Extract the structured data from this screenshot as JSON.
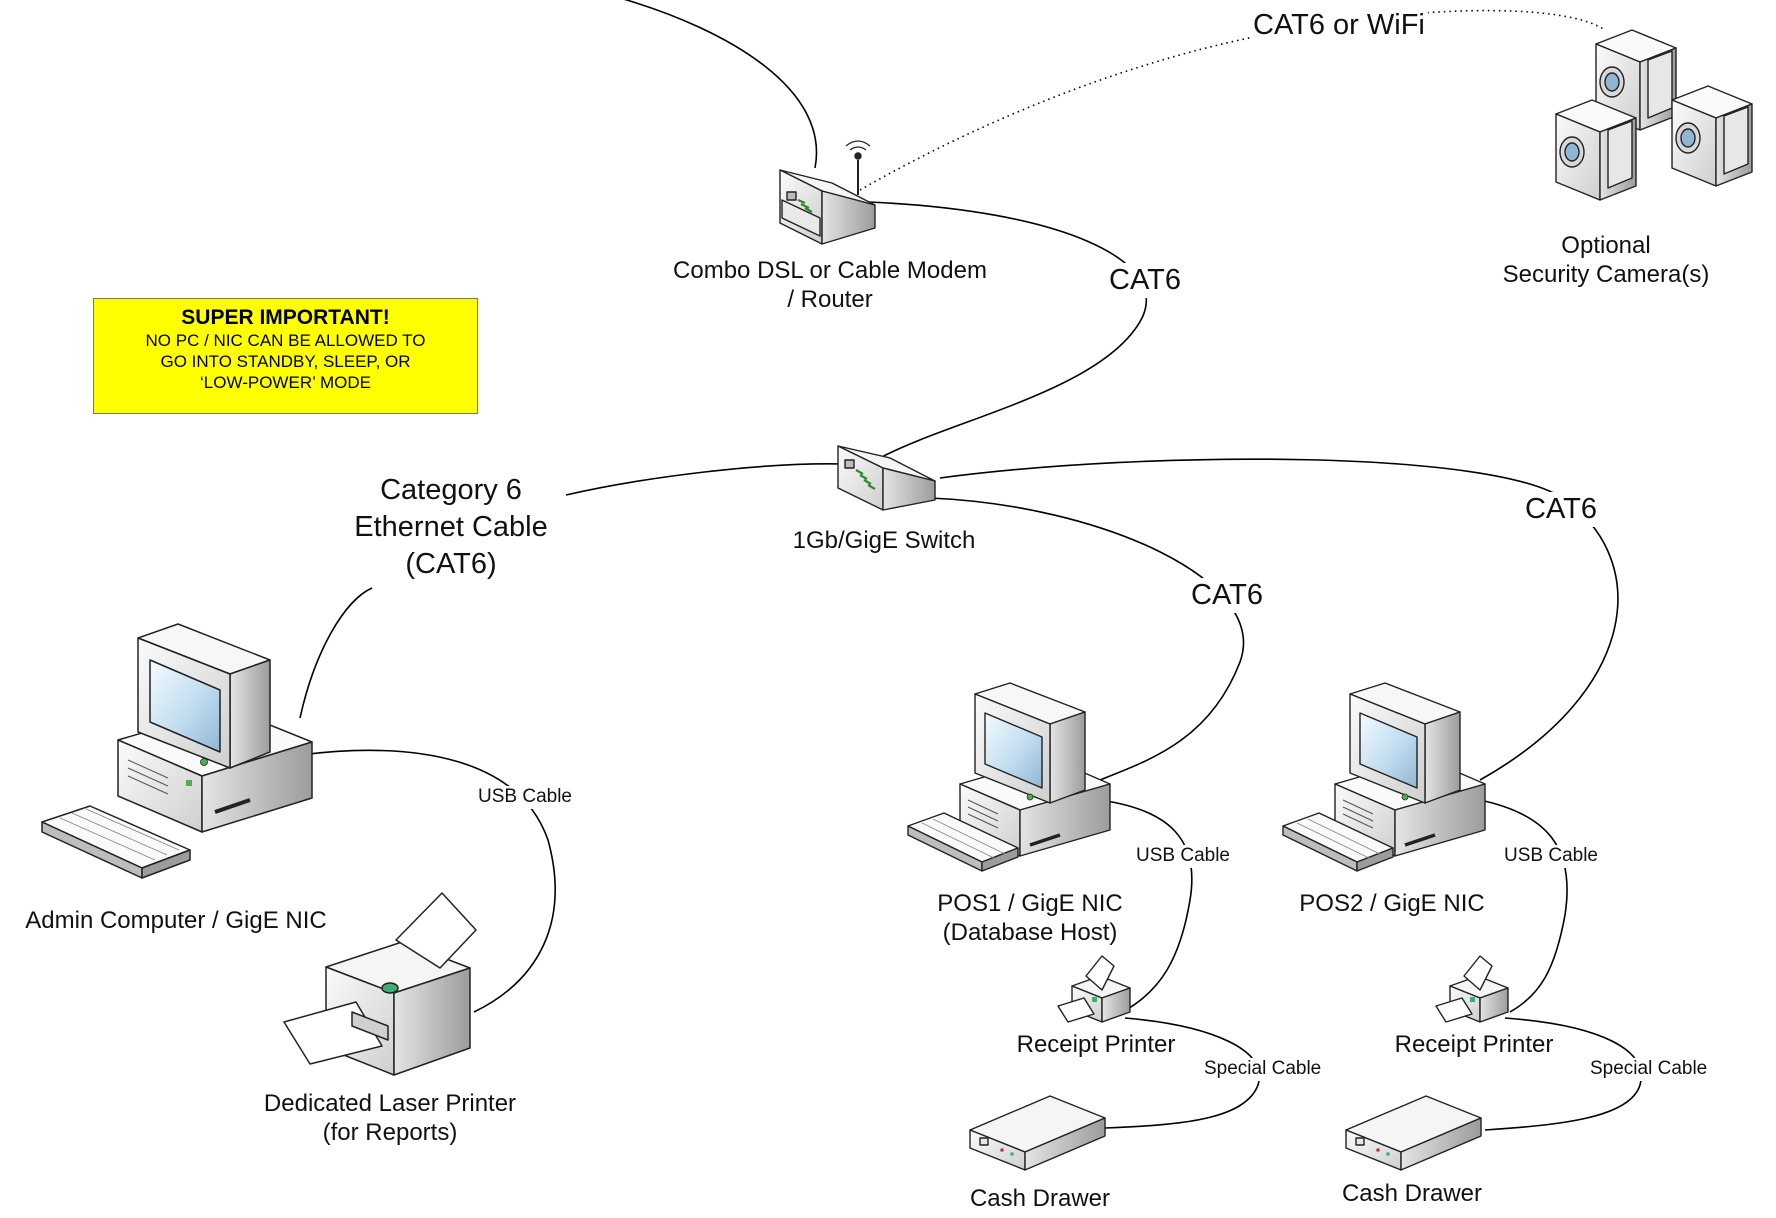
{
  "devices": {
    "router": "Combo DSL or Cable Modem\n/ Router",
    "cameras": "Optional\nSecurity Camera(s)",
    "switch": "1Gb/GigE Switch",
    "admin": "Admin Computer / GigE NIC",
    "laser_printer": "Dedicated Laser Printer\n(for Reports)",
    "pos1": "POS1 / GigE NIC\n(Database Host)",
    "pos2": "POS2 / GigE NIC",
    "receipt_printer_1": "Receipt Printer",
    "receipt_printer_2": "Receipt Printer",
    "cash_drawer_1": "Cash Drawer",
    "cash_drawer_2": "Cash Drawer"
  },
  "cables": {
    "camera_link": "CAT6 or WiFi",
    "router_switch": "CAT6",
    "admin_switch": "Category 6\nEthernet Cable\n(CAT6)",
    "pos1_switch": "CAT6",
    "pos2_switch": "CAT6",
    "admin_usb": "USB Cable",
    "pos1_usb": "USB Cable",
    "pos2_usb": "USB Cable",
    "special_1": "Special Cable",
    "special_2": "Special Cable"
  },
  "note": {
    "heading": "SUPER IMPORTANT!",
    "body": "NO PC / NIC CAN BE ALLOWED TO\nGO INTO STANDBY, SLEEP, OR\n‘LOW-POWER’ MODE",
    "color": "#ffff00"
  }
}
